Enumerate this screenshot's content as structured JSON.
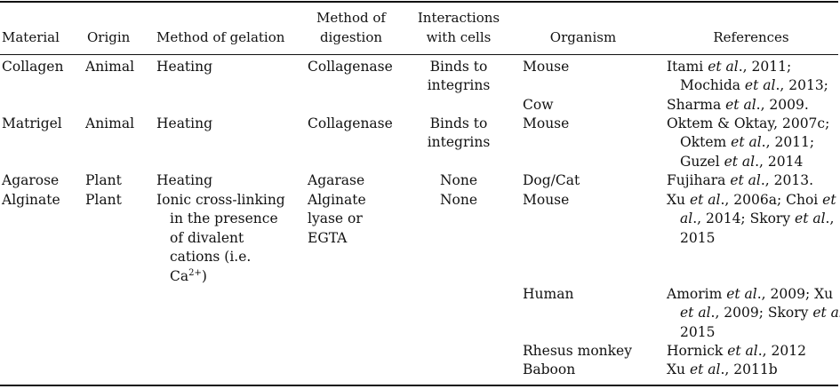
{
  "table": {
    "headers": {
      "material": "Material",
      "origin": "Origin",
      "method_gelation": "Method of gelation",
      "method_digestion_1": "Method of",
      "method_digestion_2": "digestion",
      "interactions_1": "Interactions",
      "interactions_2": "with cells",
      "organism": "Organism",
      "references": "References"
    },
    "rows": {
      "collagen": {
        "material": "Collagen",
        "origin": "Animal",
        "gelation": "Heating",
        "digestion": "Collagenase",
        "interaction_1": "Binds to",
        "interaction_2": "integrins",
        "organism_1": "Mouse",
        "organism_2": "Cow",
        "ref_a_1": "Itami ",
        "ref_a_2": "et al",
        "ref_a_3": "., 2011;",
        "ref_b_1": "Mochida ",
        "ref_b_2": "et al",
        "ref_b_3": "., 2013;",
        "ref_c_1": "Sharma ",
        "ref_c_2": "et al",
        "ref_c_3": "., 2009."
      },
      "matrigel": {
        "material": "Matrigel",
        "origin": "Animal",
        "gelation": "Heating",
        "digestion": "Collagenase",
        "interaction_1": "Binds to",
        "interaction_2": "integrins",
        "organism": "Mouse",
        "ref_a": "Oktem & Oktay, 2007c;",
        "ref_b_1": "Oktem ",
        "ref_b_2": "et al",
        "ref_b_3": "., 2011;",
        "ref_c_1": "Guzel ",
        "ref_c_2": "et al",
        "ref_c_3": "., 2014"
      },
      "agarose": {
        "material": "Agarose",
        "origin": "Plant",
        "gelation": "Heating",
        "digestion": "Agarase",
        "interaction": "None",
        "organism": "Dog/Cat",
        "ref_1": "Fujihara ",
        "ref_2": "et al",
        "ref_3": "., 2013."
      },
      "alginate": {
        "material": "Alginate",
        "origin": "Plant",
        "gelation_1": "Ionic cross-linking",
        "gelation_2": "in the presence",
        "gelation_3": "of divalent",
        "gelation_4": "cations (i.e.",
        "gelation_5": "Ca",
        "gelation_5_sup": "2+",
        "gelation_5_end": ")",
        "digestion_1": "Alginate",
        "digestion_2": "lyase or",
        "digestion_3": "EGTA",
        "interaction": "None",
        "organism_mouse": "Mouse",
        "ref_mouse_a1": "Xu ",
        "ref_mouse_a2": "et al",
        "ref_mouse_a3": "., 2006a; Choi ",
        "ref_mouse_a4": "et",
        "ref_mouse_b1": "al",
        "ref_mouse_b2": "., 2014; Skory ",
        "ref_mouse_b3": "et al",
        "ref_mouse_b4": ".,",
        "ref_mouse_c": "2015",
        "organism_human": "Human",
        "ref_human_a1": "Amorim ",
        "ref_human_a2": "et al",
        "ref_human_a3": "., 2009; Xu",
        "ref_human_b1": "et al",
        "ref_human_b2": "., 2009; Skory ",
        "ref_human_b3": "et al",
        "ref_human_b4": ".,",
        "ref_human_c": "2015",
        "organism_rhesus": "Rhesus monkey",
        "ref_rhesus_1": "Hornick ",
        "ref_rhesus_2": "et al",
        "ref_rhesus_3": "., 2012",
        "organism_baboon": "Baboon",
        "ref_baboon_1": "Xu ",
        "ref_baboon_2": "et al",
        "ref_baboon_3": "., 2011b"
      }
    }
  }
}
